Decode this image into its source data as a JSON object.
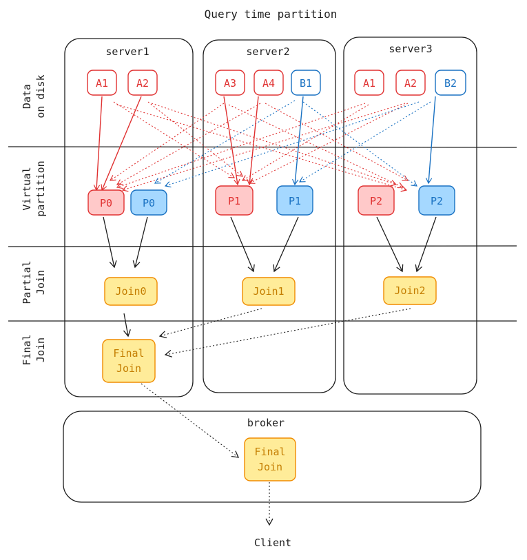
{
  "title": "Query time partition",
  "rows": [
    {
      "line1": "Data",
      "line2": "on disk"
    },
    {
      "line1": "Virtual",
      "line2": "partition"
    },
    {
      "line1": "Partial",
      "line2": "Join"
    },
    {
      "line1": "Final",
      "line2": "Join"
    }
  ],
  "servers": [
    {
      "name": "server1",
      "data": [
        "A1",
        "A2"
      ],
      "partitions": [
        "P0",
        "P0"
      ],
      "join": "Join0",
      "final": [
        "Final",
        "Join"
      ]
    },
    {
      "name": "server2",
      "data": [
        "A3",
        "A4",
        "B1"
      ],
      "partitions": [
        "P1",
        "P1"
      ],
      "join": "Join1"
    },
    {
      "name": "server3",
      "data": [
        "A1",
        "A2",
        "B2"
      ],
      "partitions": [
        "P2",
        "P2"
      ],
      "join": "Join2"
    }
  ],
  "broker": {
    "name": "broker",
    "final": [
      "Final",
      "Join"
    ]
  },
  "client": "Client",
  "colors": {
    "red_stroke": "#e03131",
    "red_fill": "#ffc9c9",
    "red_box_fill": "#ffffff",
    "blue_stroke": "#1971c2",
    "blue_fill": "#a5d8ff",
    "yellow_stroke": "#f08c00",
    "yellow_fill": "#ffec99",
    "ink": "#1e1e1e"
  }
}
